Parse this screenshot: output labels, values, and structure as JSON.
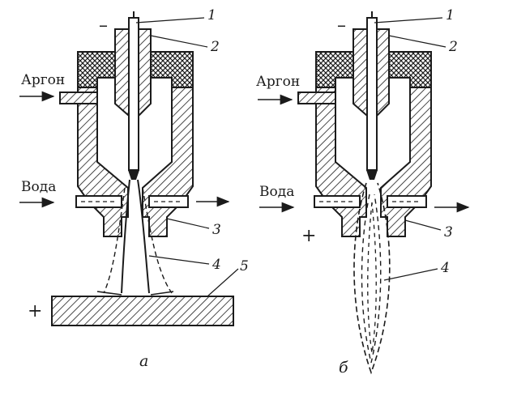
{
  "labels": {
    "argon": "Аргон",
    "water": "Вода",
    "minus": "–",
    "plus": "+",
    "n1": "1",
    "n2": "2",
    "n3": "3",
    "n4": "4",
    "n5": "5"
  },
  "panels": [
    {
      "caption": "а"
    },
    {
      "caption": "б"
    }
  ],
  "colors": {
    "ink": "#1b1b1b",
    "paper": "#ffffff"
  }
}
